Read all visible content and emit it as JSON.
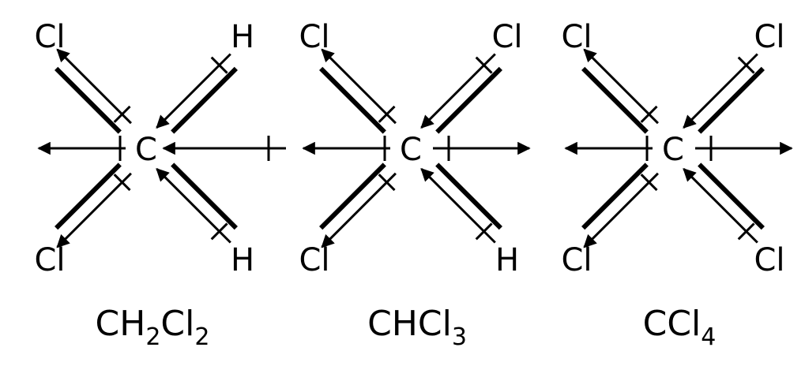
{
  "molecules": [
    {
      "formula": [
        {
          "t": "CH"
        },
        {
          "sub": "2"
        },
        {
          "t": "Cl"
        },
        {
          "sub": "2"
        }
      ],
      "center": "C",
      "bonds": [
        {
          "pos": "upper-left",
          "atom": "Cl",
          "dipole": "outward"
        },
        {
          "pos": "upper-right",
          "atom": "H",
          "dipole": "inward"
        },
        {
          "pos": "lower-left",
          "atom": "Cl",
          "dipole": "outward"
        },
        {
          "pos": "lower-right",
          "atom": "H",
          "dipole": "inward"
        }
      ],
      "net_left": "outward",
      "net_right": "inward"
    },
    {
      "formula": [
        {
          "t": "CHCl"
        },
        {
          "sub": "3"
        }
      ],
      "center": "C",
      "bonds": [
        {
          "pos": "upper-left",
          "atom": "Cl",
          "dipole": "outward"
        },
        {
          "pos": "upper-right",
          "atom": "Cl",
          "dipole": "inward"
        },
        {
          "pos": "lower-left",
          "atom": "Cl",
          "dipole": "outward"
        },
        {
          "pos": "lower-right",
          "atom": "H",
          "dipole": "inward"
        }
      ],
      "net_left": "outward",
      "net_right": "outward"
    },
    {
      "formula": [
        {
          "t": "CCl"
        },
        {
          "sub": "4"
        }
      ],
      "center": "C",
      "bonds": [
        {
          "pos": "upper-left",
          "atom": "Cl",
          "dipole": "outward"
        },
        {
          "pos": "upper-right",
          "atom": "Cl",
          "dipole": "inward"
        },
        {
          "pos": "lower-left",
          "atom": "Cl",
          "dipole": "outward"
        },
        {
          "pos": "lower-right",
          "atom": "Cl",
          "dipole": "inward"
        }
      ],
      "net_left": "outward",
      "net_right": "outward"
    }
  ]
}
